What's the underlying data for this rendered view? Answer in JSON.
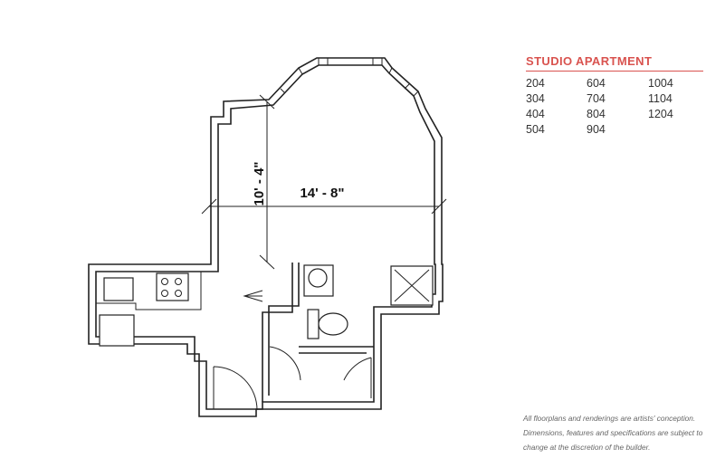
{
  "title": "STUDIO APARTMENT",
  "units": [
    "204",
    "604",
    "1004",
    "304",
    "704",
    "1104",
    "404",
    "804",
    "1204",
    "504",
    "904"
  ],
  "dimensions": {
    "depth": "10' - 4\"",
    "width": "14' - 8\""
  },
  "disclaimer": "All floorplans and renderings are artists' conception. Dimensions, features and specifications are subject to change at the discretion of the builder.",
  "colors": {
    "accent": "#d9534f",
    "line": "#222222"
  }
}
